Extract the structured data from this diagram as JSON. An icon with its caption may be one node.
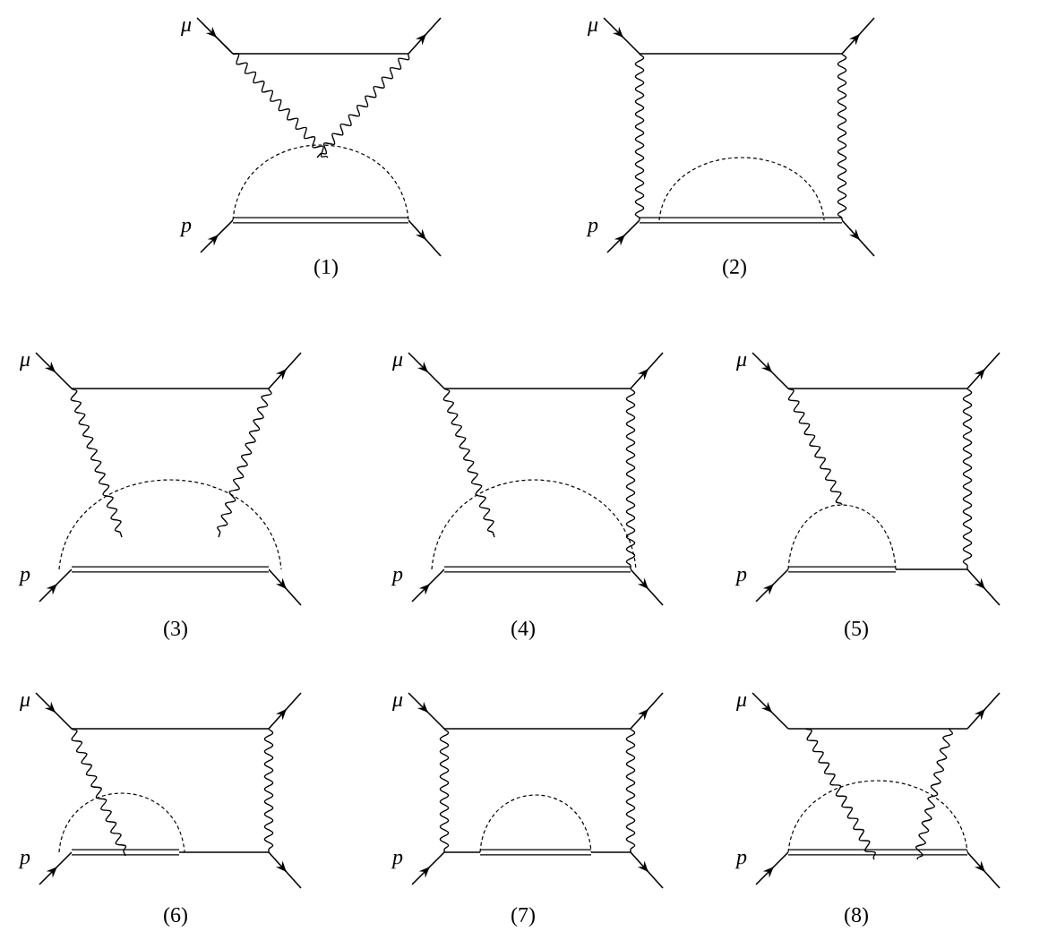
{
  "diagram": {
    "labels": [
      "μ",
      "p",
      "(1)",
      "μ",
      "p",
      "(2)",
      "μ",
      "p",
      "(3)",
      "μ",
      "p",
      "(4)",
      "μ",
      "p",
      "(5)",
      "μ",
      "p",
      "(6)",
      "μ",
      "p",
      "(7)",
      "μ",
      "p",
      "(8)"
    ]
  }
}
